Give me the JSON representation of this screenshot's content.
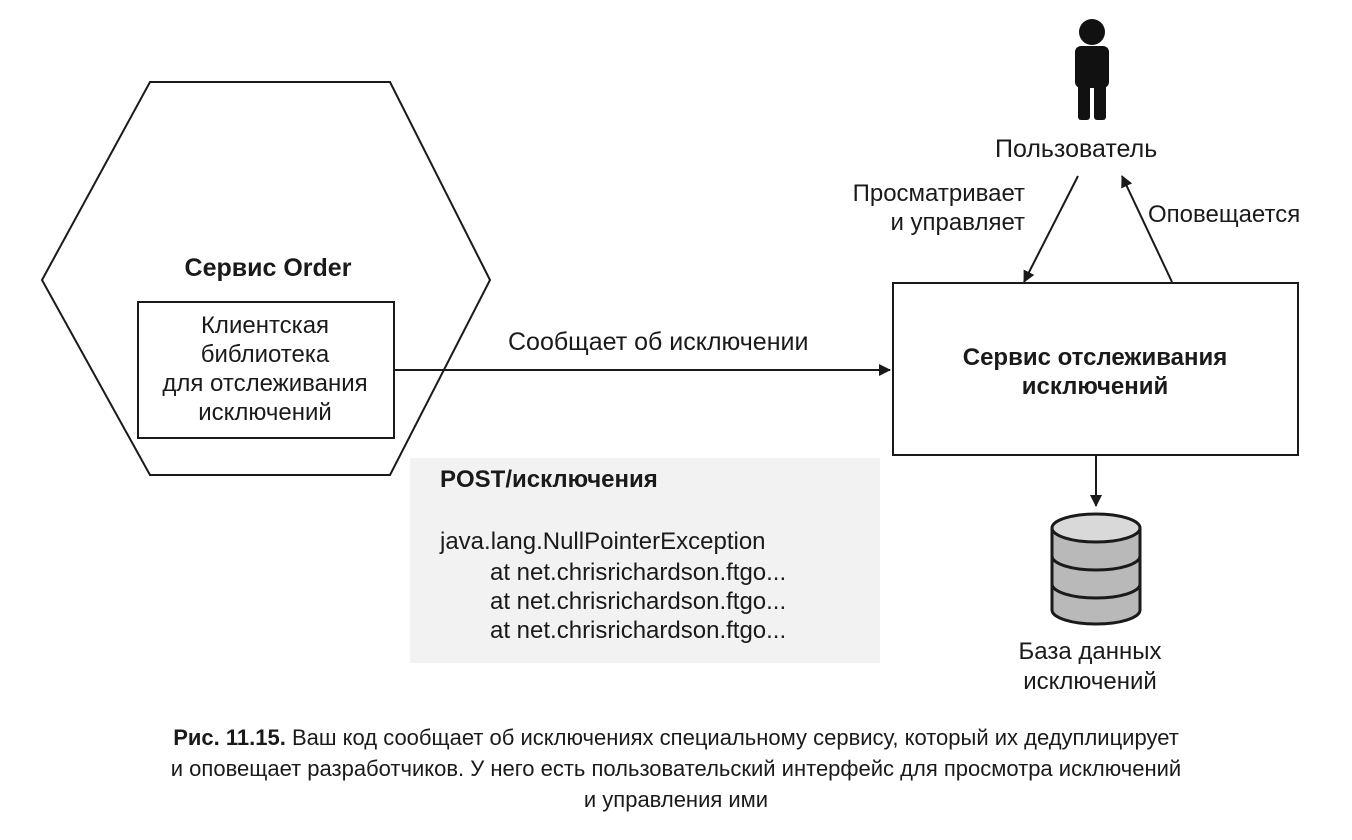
{
  "service_order": {
    "title": "Сервис Order",
    "client_library": [
      "Клиентская",
      "библиотека",
      "для отслеживания",
      "исключений"
    ]
  },
  "edges": {
    "report": "Сообщает об исключении",
    "view_manage": [
      "Просматривает",
      "и управляет"
    ],
    "notified": "Оповещается"
  },
  "exception_service": {
    "title": [
      "Сервис отслеживания",
      "исключений"
    ]
  },
  "user": {
    "label": "Пользователь",
    "icon": "user-icon"
  },
  "database": {
    "label": [
      "База данных",
      "исключений"
    ],
    "icon": "database-icon"
  },
  "request": {
    "line": "POST/исключения",
    "exception": "java.lang.NullPointerException",
    "stack": [
      "at net.chrisrichardson.ftgo...",
      "at net.chrisrichardson.ftgo...",
      "at net.chrisrichardson.ftgo..."
    ]
  },
  "caption": {
    "figure": "Рис. 11.15.",
    "text_lines": [
      "Ваш код сообщает об исключениях специальному сервису, который их дедуплицирует",
      "и оповещает разработчиков. У него есть пользовательский интерфейс для просмотра исключений",
      "и управления ими"
    ]
  }
}
